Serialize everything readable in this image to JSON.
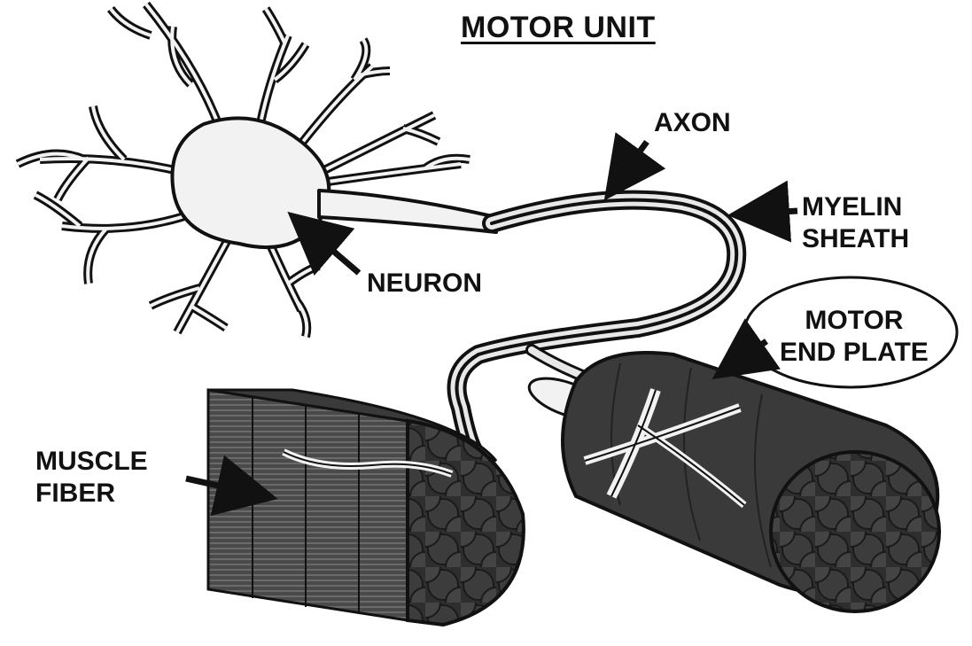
{
  "title": "MOTOR UNIT",
  "labels": {
    "axon": "AXON",
    "neuron": "NEURON",
    "myelin_line1": "MYELIN",
    "myelin_line2": "SHEATH",
    "motor_end_line1": "MOTOR",
    "motor_end_line2": "END PLATE",
    "muscle_line1": "MUSCLE",
    "muscle_line2": "FIBER"
  },
  "colors": {
    "ink": "#111111",
    "cell_fill": "#f2f2f2",
    "muscle_dark": "#3a3a3a",
    "muscle_mid": "#5a5a5a",
    "background": "#ffffff"
  }
}
